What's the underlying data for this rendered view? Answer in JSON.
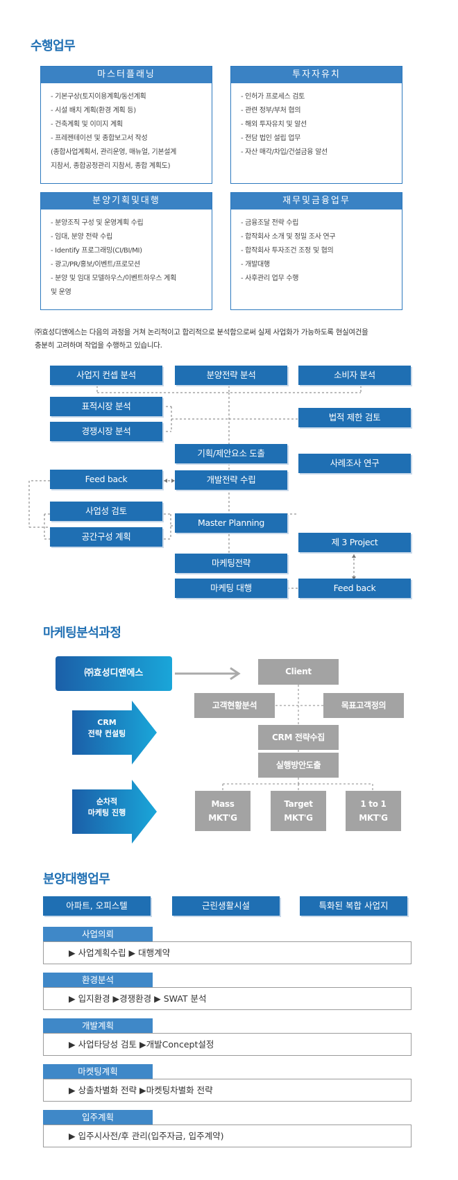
{
  "section1": {
    "title": "수행업무",
    "cards": [
      {
        "title": "마스터플래닝",
        "items": [
          "- 기본구상(토지이용계획/동선계획",
          "- 시설 배치 계획(환경 계획 등)",
          "- 건축계획 및 이미지 계획",
          "- 프레젠테이션 및 종합보고서 작성",
          "  (종합사업계획서, 관리운영, 매뉴얼, 기본설계",
          "  지참서, 종합공정관리 지참서, 종합 계획도)"
        ]
      },
      {
        "title": "투자자유치",
        "items": [
          "- 인허가 프로세스 검토",
          "- 관련 정부/부처 협의",
          "- 해외 투자유치 및 알선",
          "- 전담 법인 설립 업무",
          "- 자산 매각/차입/건설금융 알선"
        ]
      },
      {
        "title": "분양기획및대행",
        "items": [
          "- 분양조직 구성 및 운영계획 수립",
          "- 임대, 분양 전략 수립",
          "- Identify 프로그래밍(CI/BI/MI)",
          "- 광고/PR/홍보/이벤트/프로모션",
          "- 분양 및 임대 모델하우스/이벤트하우스 계획",
          "  및 운영"
        ]
      },
      {
        "title": "재무및금융업무",
        "items": [
          "- 금융조달 전략 수립",
          "- 합작회사 소개 및 정밀 조사 연구",
          "- 합작회사 투자조건 조정 및 협의",
          "- 개발대행",
          "- 사후관리 업무 수행"
        ]
      }
    ],
    "intro": [
      "㈜효성디앤에스는 다음의 과정을 거쳐 논리적이고 합리적으로 분석함으로써 실제 사업화가 가능하도록 현실여건을",
      "충분히 고려하며 작업을 수행하고 있습니다."
    ]
  },
  "flow": {
    "site": "사업지 컨셉 분석",
    "sales": "분양전략 분석",
    "consumer": "소비자 분석",
    "target": "표적시장 분석",
    "compete": "경쟁시장 분석",
    "legal": "법적 제한 검토",
    "plan": "기획/제안요소 도출",
    "case": "사례조사 연구",
    "feedback1": "Feed back",
    "dev": "개발전략 수립",
    "biz": "사업성 검토",
    "space": "공간구성 계획",
    "master": "Master Planning",
    "third": "제 3 Project",
    "mktStrategy": "마케팅전략",
    "mktAgency": "마케팅 대행",
    "feedback2": "Feed back"
  },
  "section2": {
    "title": "마케팅분석과정",
    "company": "㈜효성디앤에스",
    "arrow1": [
      "CRM",
      "전략 컨설팅"
    ],
    "arrow2": [
      "순차적",
      "마케팅 진행"
    ],
    "client": "Client",
    "custAnalysis": "고객현황분석",
    "targetDef": "목표고객정의",
    "crm": "CRM 전략수집",
    "exec": "실행방안도출",
    "mass": [
      "Mass",
      "MKT'G"
    ],
    "targetMkt": [
      "Target",
      "MKT'G"
    ],
    "oneToOne": [
      "1 to 1",
      "MKT'G"
    ]
  },
  "section3": {
    "title": "분양대행업무",
    "types": [
      "아파트, 오피스텔",
      "근린생활시설",
      "특화된 복합 사업지"
    ],
    "rows": [
      {
        "tab": "사업의뢰",
        "text": "▶  사업계획수립 ▶ 대행계약"
      },
      {
        "tab": "환경분석",
        "text": "▶  입지환경 ▶경쟁환경 ▶ SWAT 분석"
      },
      {
        "tab": "개발계획",
        "text": "▶  사업타당성 검토 ▶개발Concept설정"
      },
      {
        "tab": "마켓팅계획",
        "text": "▶  상출차별화 전략 ▶마켓팅차별화 전략"
      },
      {
        "tab": "입주계획",
        "text": "▶  입주시사전/후 관리(입주자금, 입주계약)"
      }
    ]
  }
}
